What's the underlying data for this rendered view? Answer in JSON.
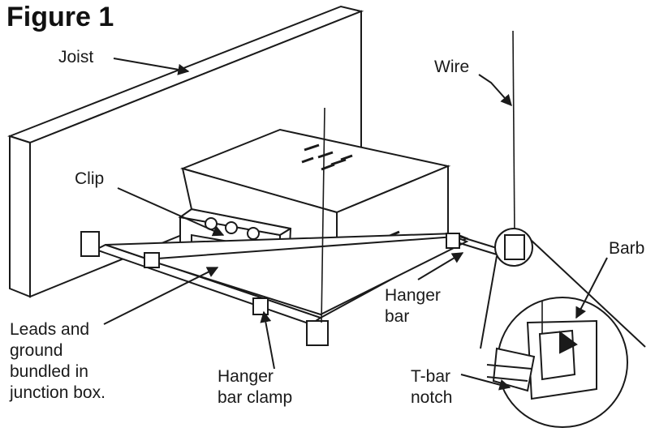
{
  "figure": {
    "title": "Figure 1",
    "labels": {
      "joist": "Joist",
      "wire": "Wire",
      "clip": "Clip",
      "barb": "Barb",
      "hanger_bar": "Hanger\nbar",
      "leads": "Leads and\nground\nbundled in\njunction box.",
      "hanger_bar_clamp": "Hanger\nbar clamp",
      "tbar_notch": "T-bar\nnotch"
    },
    "colors": {
      "line": "#1a1a1a",
      "fill": "#ffffff",
      "shade": "#d9d9d9"
    }
  }
}
